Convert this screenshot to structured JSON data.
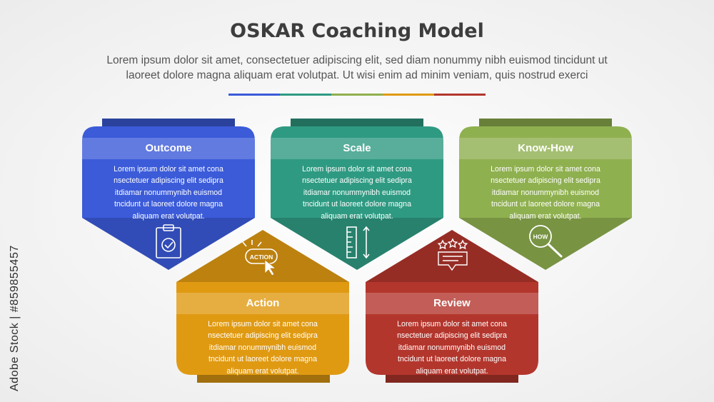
{
  "header": {
    "title": "OSKAR Coaching Model",
    "subtitle_line1": "Lorem ipsum dolor sit amet, consectetuer adipiscing elit, sed diam nonummy nibh euismod tincidunt ut",
    "subtitle_line2": "laoreet dolore magna aliquam erat volutpat. Ut wisi enim ad minim veniam, quis nostrud exerci"
  },
  "divider_colors": [
    "#3b5bd9",
    "#2f9a82",
    "#8fb04f",
    "#e09a12",
    "#b3362d"
  ],
  "cards": [
    {
      "key": "outcome",
      "title": "Outcome",
      "color": "#3b5bd9",
      "icon": "clipboard-check-icon",
      "body": [
        "Lorem ipsum dolor sit amet cona",
        "nsectetuer adipiscing elit sedipra",
        "itdiamar nonummynibh euismod",
        "tncidunt ut laoreet dolore magna",
        "aliquam erat volutpat."
      ]
    },
    {
      "key": "scale",
      "title": "Scale",
      "color": "#2f9a82",
      "icon": "ruler-measure-icon",
      "body": [
        "Lorem ipsum dolor sit amet cona",
        "nsectetuer adipiscing elit sedipra",
        "itdiamar nonummynibh euismod",
        "tncidunt ut laoreet dolore magna",
        "aliquam erat volutpat."
      ]
    },
    {
      "key": "knowhow",
      "title": "Know-How",
      "color": "#8fb04f",
      "icon": "magnifier-how-icon",
      "icon_label": "HOW",
      "body": [
        "Lorem ipsum dolor sit amet cona",
        "nsectetuer adipiscing elit sedipra",
        "itdiamar nonummynibh euismod",
        "tncidunt ut laoreet dolore magna",
        "aliquam erat volutpat."
      ]
    },
    {
      "key": "action",
      "title": "Action",
      "color": "#e09a12",
      "icon": "action-button-cursor-icon",
      "icon_label": "ACTION",
      "body": [
        "Lorem ipsum dolor sit amet cona",
        "nsectetuer adipiscing elit sedipra",
        "itdiamar nonummynibh euismod",
        "tncidunt ut laoreet dolore magna",
        "aliquam erat volutpat."
      ]
    },
    {
      "key": "review",
      "title": "Review",
      "color": "#b3362d",
      "icon": "review-stars-icon",
      "body": [
        "Lorem ipsum dolor sit amet cona",
        "nsectetuer adipiscing elit sedipra",
        "itdiamar nonummynibh euismod",
        "tncidunt ut laoreet dolore magna",
        "aliquam erat volutpat."
      ]
    }
  ],
  "watermark": "Adobe Stock | #859855457"
}
